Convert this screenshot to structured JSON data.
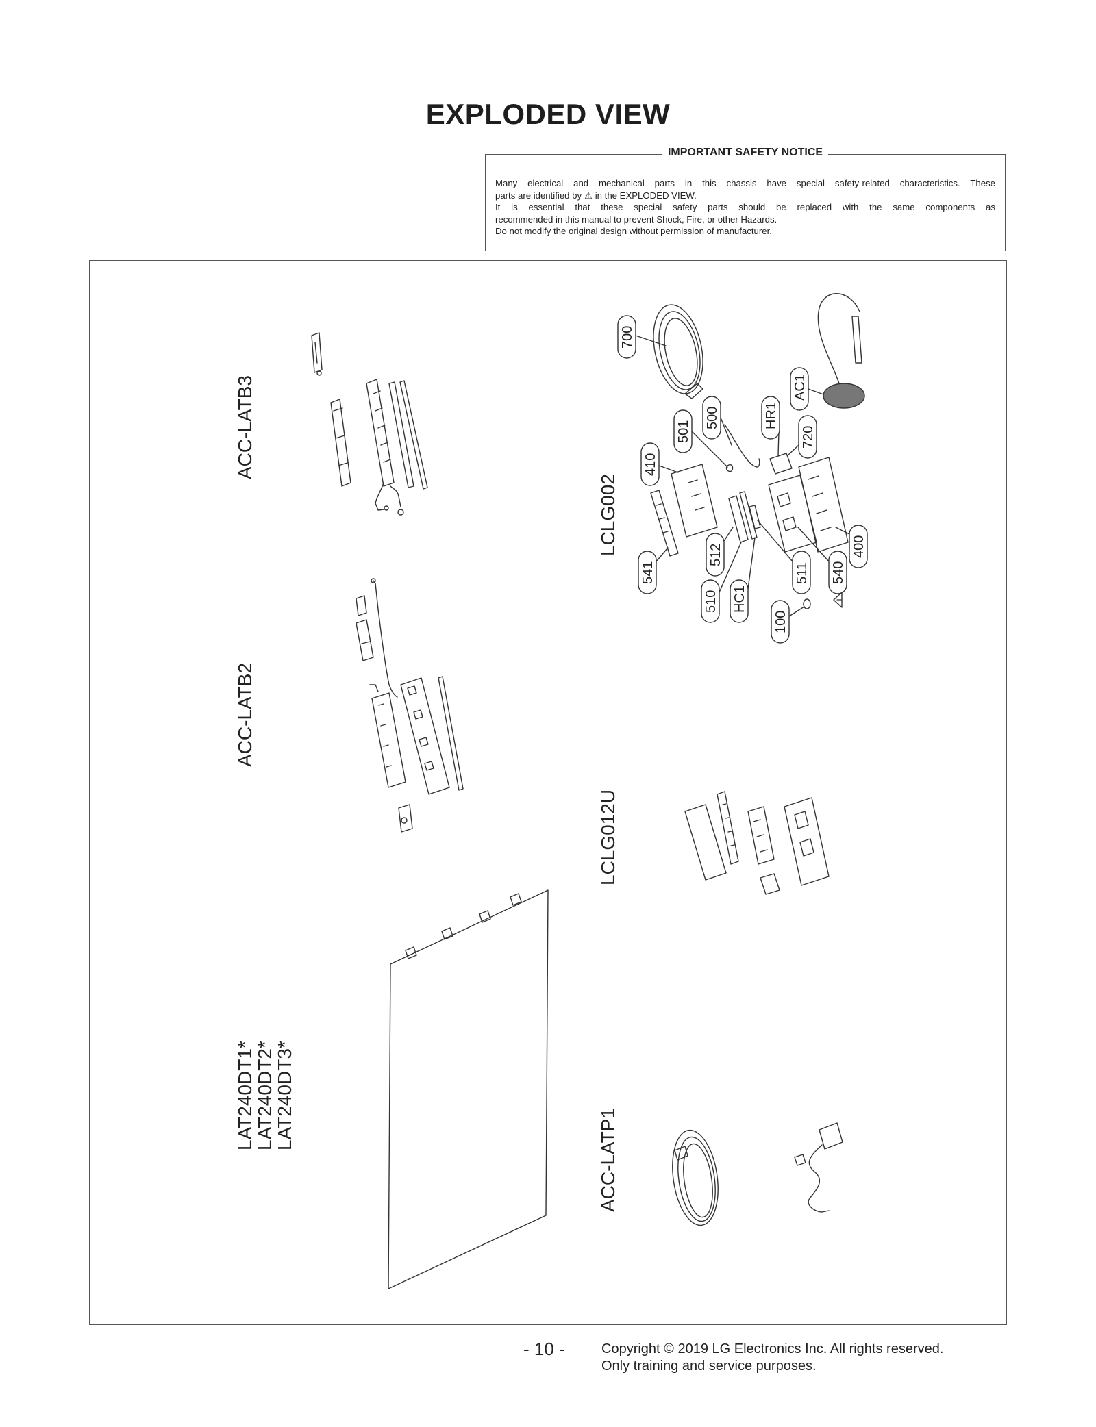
{
  "title": "EXPLODED VIEW",
  "notice": {
    "heading": "IMPORTANT SAFETY NOTICE",
    "line1": "Many electrical and mechanical parts in this chassis have special safety-related characteristics. These",
    "line2_a": "parts are identified by",
    "line2_b": "in the EXPLODED VIEW.",
    "line3": "It is essential that these special safety parts should be replaced with the same components as",
    "line4": "recommended in this manual to prevent Shock, Fire, or other Hazards.",
    "line5": "Do not modify the original design without permission of manufacturer.",
    "warning_icon": "warning-triangle-icon"
  },
  "groups": {
    "acc_latb3": "ACC-LATB3",
    "acc_latb2": "ACC-LATB2",
    "lat_1": "LAT240DT1*",
    "lat_2": "LAT240DT2*",
    "lat_3": "LAT240DT3*",
    "lclg002": "LCLG002",
    "lclg012u": "LCLG012U",
    "acc_latp1": "ACC-LATP1"
  },
  "parts": [
    {
      "id": "700"
    },
    {
      "id": "AC1"
    },
    {
      "id": "501"
    },
    {
      "id": "500"
    },
    {
      "id": "HR1"
    },
    {
      "id": "410"
    },
    {
      "id": "720"
    },
    {
      "id": "541"
    },
    {
      "id": "512"
    },
    {
      "id": "510"
    },
    {
      "id": "HC1"
    },
    {
      "id": "100"
    },
    {
      "id": "511"
    },
    {
      "id": "540"
    },
    {
      "id": "400"
    }
  ],
  "footer": {
    "page": "- 10 -",
    "copyright": "Copyright © 2019 LG Electronics Inc. All rights reserved.",
    "purpose": "Only training and service purposes."
  }
}
